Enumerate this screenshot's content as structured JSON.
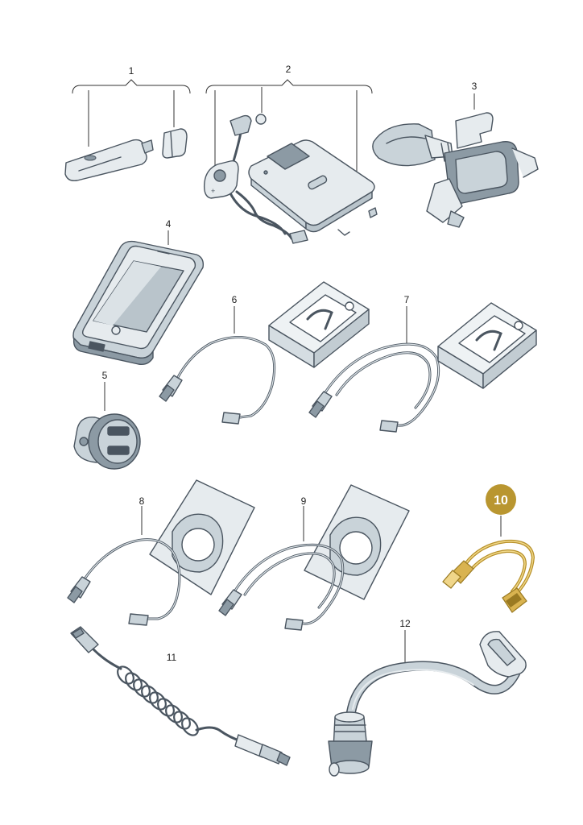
{
  "parts": [
    {
      "id": "1",
      "label": "1",
      "icon": "usb-stick-icon",
      "highlighted": false
    },
    {
      "id": "2",
      "label": "2",
      "icon": "bluetooth-module-icon",
      "highlighted": false
    },
    {
      "id": "3",
      "label": "3",
      "icon": "phone-holder-icon",
      "highlighted": false
    },
    {
      "id": "4",
      "label": "4",
      "icon": "phone-case-icon",
      "highlighted": false
    },
    {
      "id": "5",
      "label": "5",
      "icon": "usb-car-charger-icon",
      "highlighted": false
    },
    {
      "id": "6",
      "label": "6",
      "icon": "short-cable-icon",
      "highlighted": false
    },
    {
      "id": "7",
      "label": "7",
      "icon": "long-cable-icon",
      "highlighted": false
    },
    {
      "id": "8",
      "label": "8",
      "icon": "short-cable-icon",
      "highlighted": false
    },
    {
      "id": "9",
      "label": "9",
      "icon": "long-cable-icon",
      "highlighted": false
    },
    {
      "id": "10",
      "label": "10",
      "icon": "usb-extension-cable-icon",
      "highlighted": true
    },
    {
      "id": "11",
      "label": "11",
      "icon": "coiled-cable-icon",
      "highlighted": false
    },
    {
      "id": "12",
      "label": "12",
      "icon": "usb-reading-light-icon",
      "highlighted": false
    }
  ],
  "colors": {
    "highlight_badge": "#b99630",
    "highlight_part": "#c9a23c",
    "outline": "#4a5560",
    "fill_light": "#e6ebee",
    "fill_mid": "#c9d3d9",
    "fill_dark": "#8c9aa4"
  }
}
